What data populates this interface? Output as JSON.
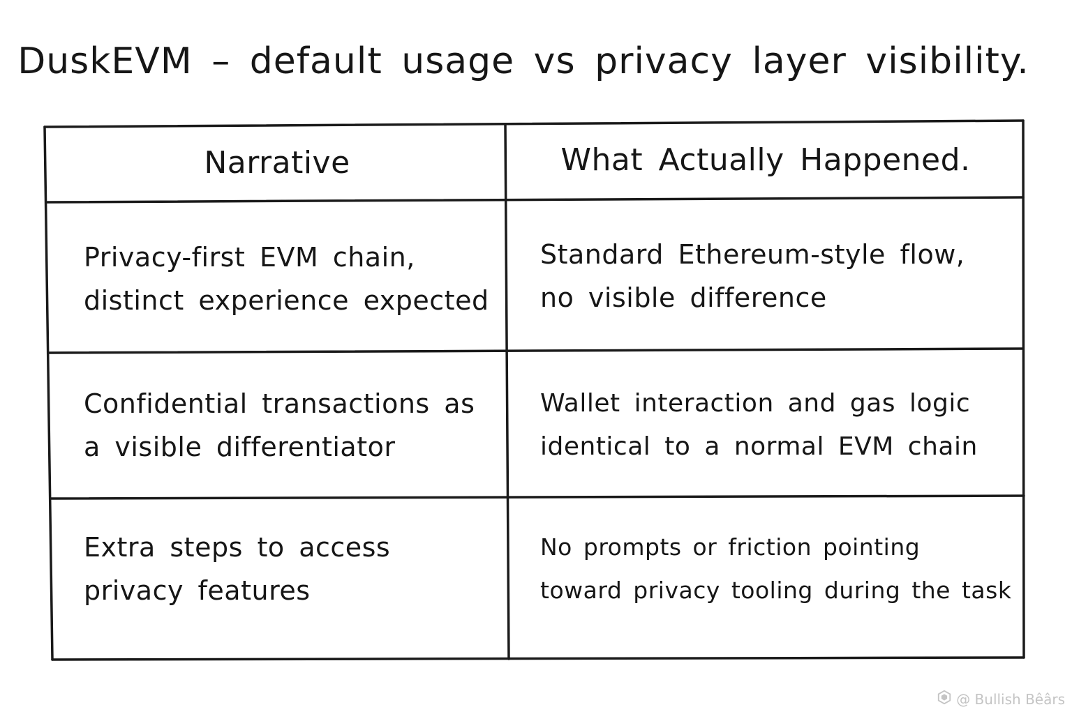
{
  "title": "DuskEVM – default usage vs privacy layer visibility.",
  "table": {
    "headers": [
      "Narrative",
      "What Actually Happened."
    ],
    "rows": [
      {
        "narrative": [
          "Privacy-first EVM chain,",
          "distinct experience expected"
        ],
        "actual": [
          "Standard Ethereum-style flow,",
          "no visible difference"
        ]
      },
      {
        "narrative": [
          "Confidential transactions as",
          "a visible differentiator"
        ],
        "actual": [
          "Wallet interaction and gas logic",
          "identical to a normal EVM chain"
        ]
      },
      {
        "narrative": [
          "Extra steps to access",
          "privacy features"
        ],
        "actual": [
          "No prompts or friction pointing",
          "toward privacy tooling during the task"
        ]
      }
    ]
  },
  "watermark": {
    "text": "@ Bullish Bêârs",
    "icon": "logo-icon"
  }
}
